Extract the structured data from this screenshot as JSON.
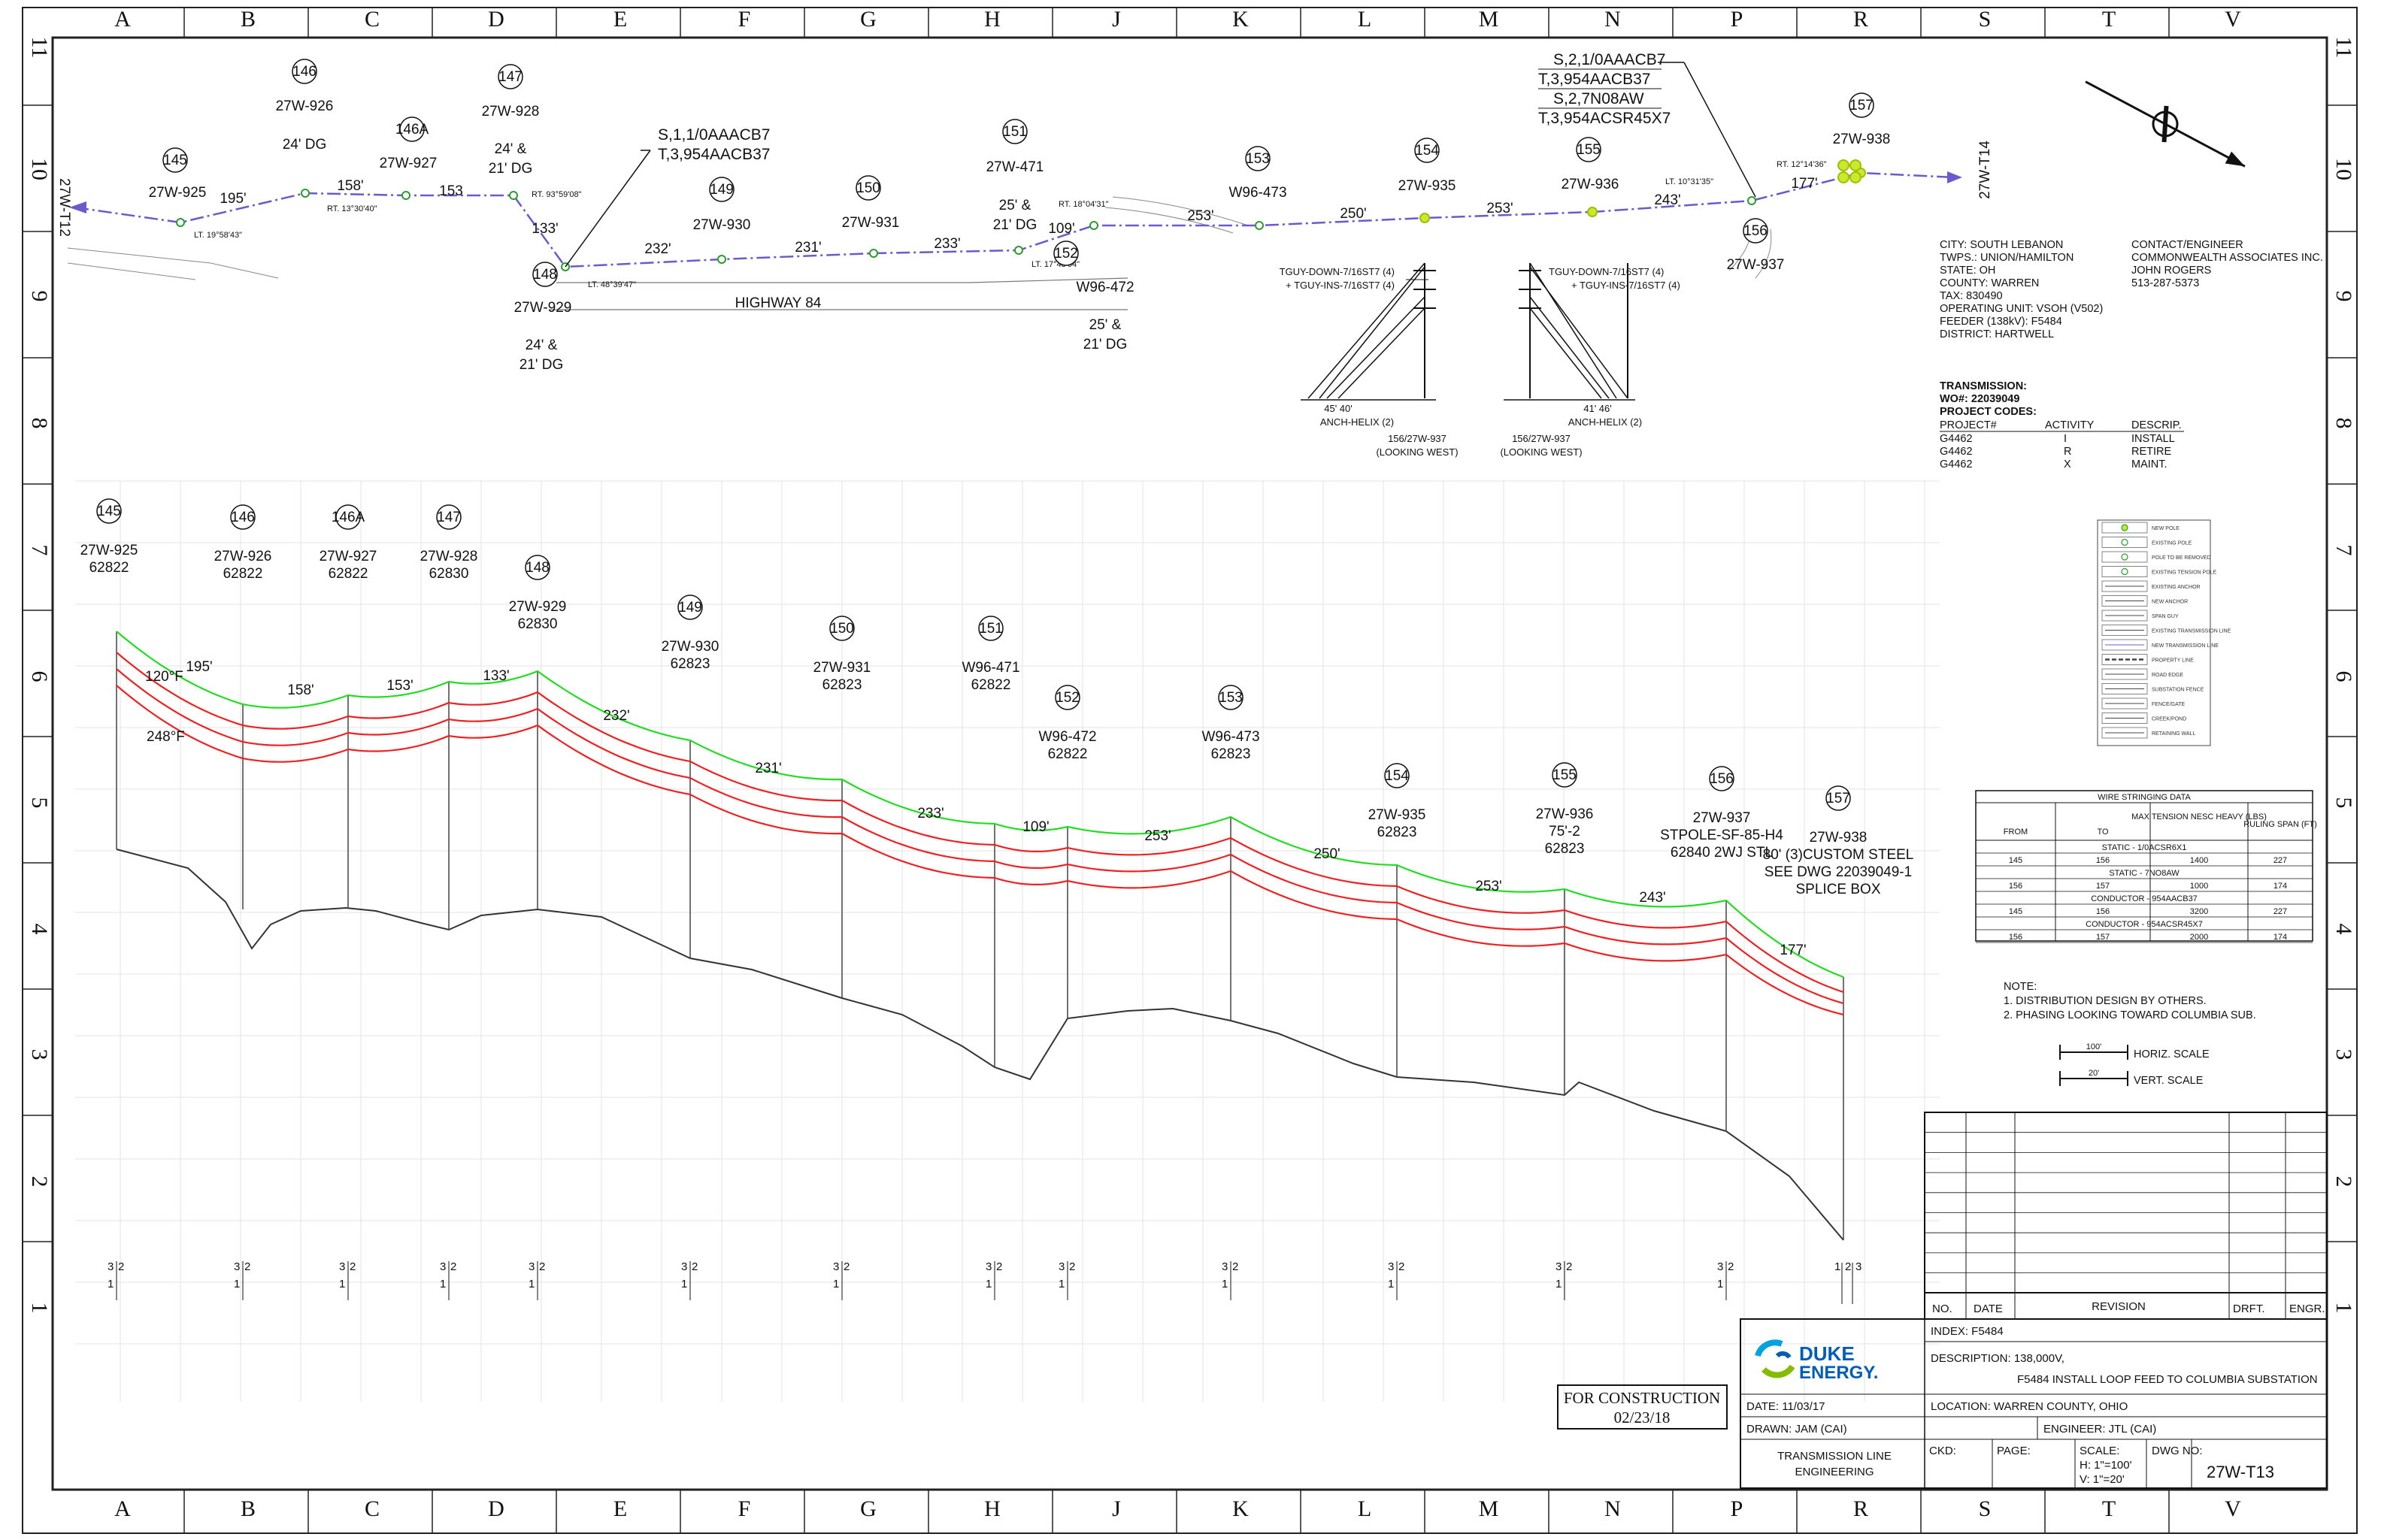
{
  "grid": {
    "columns": [
      "A",
      "B",
      "C",
      "D",
      "E",
      "F",
      "G",
      "H",
      "J",
      "K",
      "L",
      "M",
      "N",
      "P",
      "R",
      "S",
      "T",
      "V"
    ],
    "rows": [
      "11",
      "10",
      "9",
      "8",
      "7",
      "6",
      "5",
      "4",
      "3",
      "2",
      "1"
    ]
  },
  "plan": {
    "left_end": "27W-T12",
    "right_end": "27W-T14",
    "highway": "HIGHWAY 84",
    "structures": [
      {
        "num": "145",
        "name": "27W-925",
        "angle": "LT. 19°58'43\""
      },
      {
        "num": "146",
        "name": "27W-926",
        "note": "24' DG"
      },
      {
        "num": "146A",
        "name": "27W-927",
        "angle": "RT. 13°30'40\""
      },
      {
        "num": "147",
        "name": "27W-928",
        "note": "24' &\n21' DG",
        "angle": "RT. 93°59'08\""
      },
      {
        "num": "148",
        "name": "27W-929",
        "note": "24' &\n21' DG",
        "angle": "LT. 48°39'47\""
      },
      {
        "num": "149",
        "name": "27W-930"
      },
      {
        "num": "150",
        "name": "27W-931"
      },
      {
        "num": "151",
        "name": "27W-471",
        "note": "25' &\n21' DG",
        "angle": "LT. 17°48'04\""
      },
      {
        "num": "152",
        "name": "W96-472",
        "note": "25' &\n21' DG",
        "angle": "RT. 18°04'31\""
      },
      {
        "num": "153",
        "name": "W96-473"
      },
      {
        "num": "154",
        "name": "27W-935"
      },
      {
        "num": "155",
        "name": "27W-936"
      },
      {
        "num": "156",
        "name": "27W-937",
        "angle": "LT. 10°31'35\""
      },
      {
        "num": "157",
        "name": "27W-938",
        "angle": "RT. 12°14'36\""
      }
    ],
    "spans": [
      "195'",
      "158'",
      "153",
      "133'",
      "232'",
      "231'",
      "233'",
      "109'",
      "253'",
      "250'",
      "253'",
      "243'",
      "177'"
    ],
    "callout_148": [
      "S,1,1/0AAACB7",
      "T,3,954AACB37"
    ],
    "callout_156": [
      "S,2,1/0AAACB7",
      "T,3,954AACB37",
      "S,2,7N08AW",
      "T,3,954ACSR45X7"
    ],
    "guy_details": [
      {
        "guys": [
          "TGUY-DOWN-7/16ST7 (4)",
          "+ TGUY-INS-7/16ST7 (4)"
        ],
        "angle": "45' 40'",
        "anchor": "ANCH-HELIX (2)",
        "view": [
          "156/27W-937",
          "(LOOKING WEST)"
        ]
      },
      {
        "guys": [
          "TGUY-DOWN-7/16ST7 (4)",
          "+ TGUY-INS-7/16ST7 (4)"
        ],
        "angle": "41' 46'",
        "anchor": "ANCH-HELIX (2)",
        "view": [
          "156/27W-937",
          "(LOOKING WEST)"
        ]
      }
    ]
  },
  "project_info": {
    "left": [
      "CITY: SOUTH LEBANON",
      "TWPS.: UNION/HAMILTON",
      "STATE: OH",
      "COUNTY: WARREN",
      "TAX: 830490",
      "OPERATING UNIT: VSOH (V502)",
      "FEEDER (138kV): F5484",
      "DISTRICT: HARTWELL"
    ],
    "right": [
      "CONTACT/ENGINEER",
      "COMMONWEALTH ASSOCIATES INC.",
      "JOHN ROGERS",
      "513-287-5373"
    ],
    "transmission": "TRANSMISSION:",
    "wo": "WO#: 22039049",
    "codes_title": "PROJECT CODES:",
    "codes_header": [
      "PROJECT#",
      "ACTIVITY",
      "DESCRIP."
    ],
    "codes": [
      [
        "G4462",
        "I",
        "INSTALL"
      ],
      [
        "G4462",
        "R",
        "RETIRE"
      ],
      [
        "G4462",
        "X",
        "MAINT."
      ]
    ]
  },
  "legend": [
    "NEW POLE",
    "EXISTING POLE",
    "POLE TO BE REMOVED",
    "EXISTING TENSION POLE",
    "EXISTING ANCHOR",
    "NEW ANCHOR",
    "SPAN GUY",
    "EXISTING TRANSMISSION LINE",
    "NEW TRANSMISSION LINE",
    "PROPERTY LINE",
    "ROAD EDGE",
    "SUBSTATION FENCE",
    "FENCE/GATE",
    "CREEK/POND",
    "RETAINING WALL"
  ],
  "profile": {
    "structures": [
      {
        "num": "145",
        "name": "27W-925",
        "code": "62822"
      },
      {
        "num": "146",
        "name": "27W-926",
        "code": "62822"
      },
      {
        "num": "146A",
        "name": "27W-927",
        "code": "62822"
      },
      {
        "num": "147",
        "name": "27W-928",
        "code": "62830"
      },
      {
        "num": "148",
        "name": "27W-929",
        "code": "62830"
      },
      {
        "num": "149",
        "name": "27W-930",
        "code": "62823"
      },
      {
        "num": "150",
        "name": "27W-931",
        "code": "62823"
      },
      {
        "num": "151",
        "name": "W96-471",
        "code": "62822"
      },
      {
        "num": "152",
        "name": "W96-472",
        "code": "62822"
      },
      {
        "num": "153",
        "name": "W96-473",
        "code": "62823"
      },
      {
        "num": "154",
        "name": "27W-935",
        "code": "62823"
      },
      {
        "num": "155",
        "name": "27W-936",
        "code": "75'-2\n62823"
      },
      {
        "num": "156",
        "name": "27W-937",
        "code": "STPOLE-SF-85-H4\n62840 2WJ STL"
      },
      {
        "num": "157",
        "name": "27W-938",
        "code": "80' (3)CUSTOM STEEL\nSEE DWG 22039049-1\nSPLICE BOX"
      }
    ],
    "spans": [
      "195'",
      "158'",
      "153'",
      "133'",
      "232'",
      "231'",
      "233'",
      "109'",
      "253'",
      "250'",
      "253'",
      "243'",
      "177'"
    ],
    "temps": [
      "120°F",
      "248°F"
    ]
  },
  "stringing_table": {
    "title": "WIRE STRINGING DATA",
    "headers": [
      "FROM",
      "TO",
      "MAX TENSION NESC HEAVY (LBS)",
      "RULING SPAN (FT)"
    ],
    "groups": [
      {
        "label": "STATIC - 1/0ACSR6X1",
        "rows": [
          [
            "145",
            "156",
            "1400",
            "227"
          ]
        ]
      },
      {
        "label": "STATIC - 7NO8AW",
        "rows": [
          [
            "156",
            "157",
            "1000",
            "174"
          ]
        ]
      },
      {
        "label": "CONDUCTOR - 954AACB37",
        "rows": [
          [
            "145",
            "156",
            "3200",
            "227"
          ]
        ]
      },
      {
        "label": "CONDUCTOR - 954ACSR45X7",
        "rows": [
          [
            "156",
            "157",
            "2000",
            "174"
          ]
        ]
      }
    ]
  },
  "notes": [
    "NOTE:",
    "1. DISTRIBUTION DESIGN BY OTHERS.",
    "2. PHASING LOOKING TOWARD COLUMBIA SUB."
  ],
  "scales": {
    "horiz_value": "100'",
    "horiz_label": "HORIZ. SCALE",
    "vert_value": "20'",
    "vert_label": "VERT. SCALE"
  },
  "revision_headers": {
    "no": "NO.",
    "date": "DATE",
    "revision": "REVISION",
    "drft": "DRFT.",
    "engr": "ENGR."
  },
  "title_block": {
    "company": [
      "DUKE",
      "ENERGY."
    ],
    "index": "INDEX:   F5484",
    "description_1": "DESCRIPTION:  138,000V,",
    "description_2": "F5484 INSTALL LOOP FEED TO COLUMBIA SUBSTATION",
    "date": "DATE:   11/03/17",
    "location": "LOCATION:  WARREN COUNTY, OHIO",
    "drawn": "DRAWN:   JAM (CAI)",
    "engineer": "ENGINEER:  JTL (CAI)",
    "dept": [
      "TRANSMISSION LINE",
      "ENGINEERING"
    ],
    "ckd": "CKD:",
    "page": "PAGE:",
    "scale": [
      "SCALE:",
      "H: 1\"=100'",
      "V: 1\"=20'"
    ],
    "dwg_label": "DWG NO:",
    "dwg_no": "27W-T13"
  },
  "stamp": {
    "line1": "FOR CONSTRUCTION",
    "line2": "02/23/18"
  },
  "phasing_marks": [
    "3",
    "2",
    "1"
  ]
}
